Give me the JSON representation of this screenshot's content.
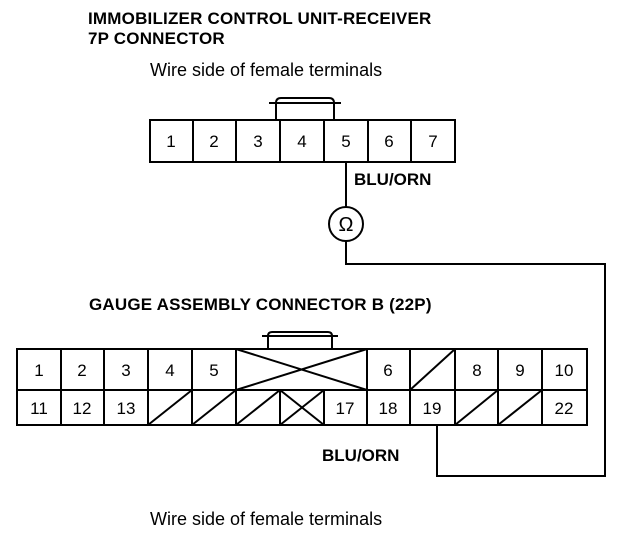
{
  "immobilizer": {
    "title_line1": "IMMOBILIZER CONTROL UNIT-RECEIVER",
    "title_line2": "7P CONNECTOR",
    "subtitle": "Wire side of female terminals",
    "terminals": [
      "1",
      "2",
      "3",
      "4",
      "5",
      "6",
      "7"
    ],
    "wire_label": "BLU/ORN"
  },
  "meter": {
    "symbol": "Ω",
    "icon": "ohmmeter-icon"
  },
  "gauge": {
    "title": "GAUGE ASSEMBLY CONNECTOR B (22P)",
    "row1": [
      "1",
      "2",
      "3",
      "4",
      "5",
      "6",
      "",
      "8",
      "9",
      "10"
    ],
    "row2": [
      "11",
      "12",
      "13",
      "",
      "",
      "",
      "",
      "17",
      "18",
      "19",
      "",
      "22"
    ],
    "wire_label": "BLU/ORN",
    "subtitle": "Wire side of female terminals"
  }
}
